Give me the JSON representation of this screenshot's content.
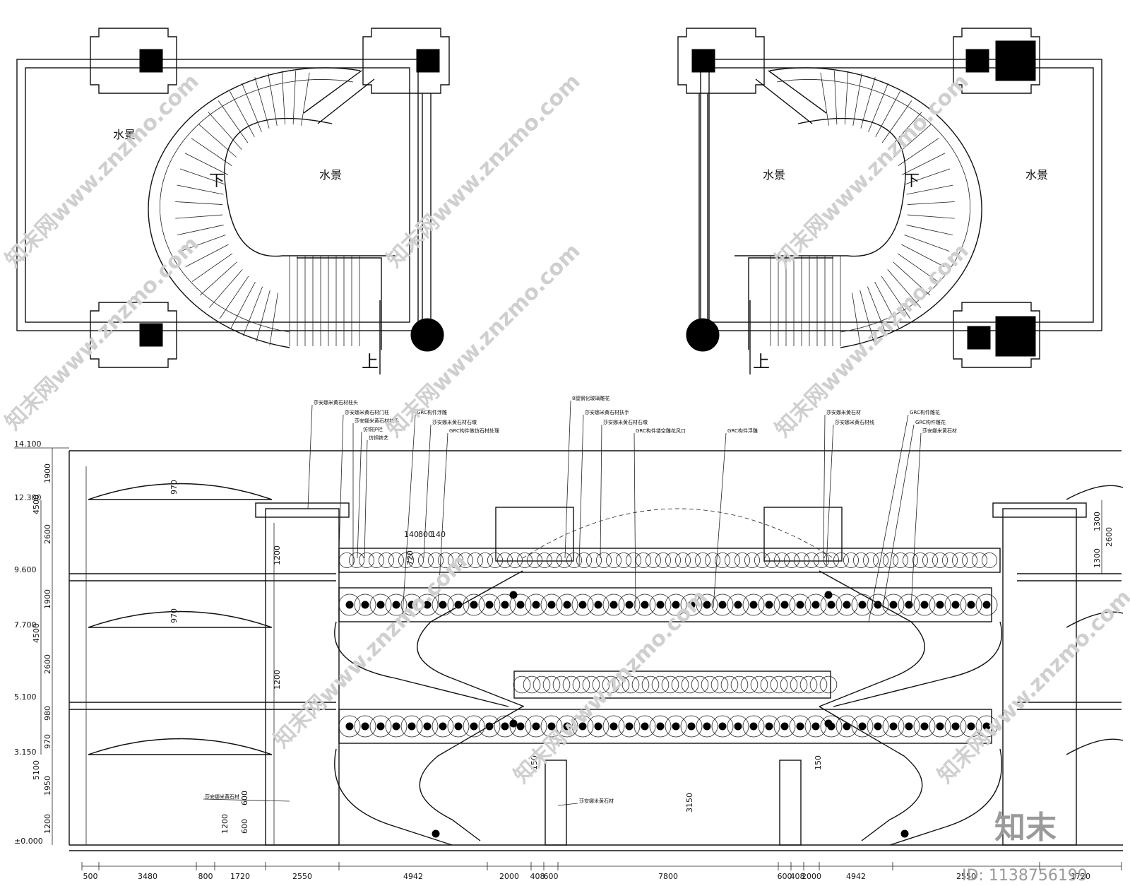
{
  "plan_labels": {
    "water_feature": "水景",
    "down": "下",
    "up": "上"
  },
  "watermark_text": "知末网www.znzmo.com",
  "brand": {
    "logo": "知末",
    "id_text": "ID: 1138756199"
  },
  "elevation_levels": [
    "14.100",
    "12.300",
    "9.600",
    "7.700",
    "5.100",
    "3.150",
    "±0.000"
  ],
  "left_dims": [
    "1900",
    "4500",
    "2600",
    "1900",
    "4500",
    "2600",
    "980",
    "970",
    "5100",
    "1950",
    "1200"
  ],
  "right_dims": [
    "1300",
    "2600",
    "1300"
  ],
  "bottom_dims": [
    "500",
    "3480",
    "800",
    "1720",
    "2550",
    "4942",
    "2000",
    "408",
    "600",
    "7800",
    "600",
    "408",
    "2000",
    "4942",
    "2550",
    "1720"
  ],
  "inner_dims": [
    "970",
    "970",
    "1200",
    "1200",
    "140",
    "800",
    "140",
    "720",
    "150",
    "3150",
    "1200",
    "600",
    "600",
    "150"
  ],
  "annotations": [
    "莎安娜米黄石材柱头",
    "莎安娜米黄石材门柱",
    "莎安娜米黄石材扶手",
    "仿铜护栏",
    "仿铜铁艺",
    "GRC构件浮雕",
    "莎安娜米黄石材石墩",
    "GRC构件做仿石材处理",
    "8厘钢化玻璃雕花",
    "莎安娜米黄石材扶手",
    "莎安娜米黄石材石墩",
    "GRC构件镂空雕花风口",
    "GRC构件浮雕",
    "莎安娜米黄石材",
    "莎安娜米黄石材线",
    "GRC构件雕花",
    "GRC构件雕花",
    "莎安娜米黄石材",
    "莎安娜米黄石材",
    "莎安娜米黄石材"
  ]
}
